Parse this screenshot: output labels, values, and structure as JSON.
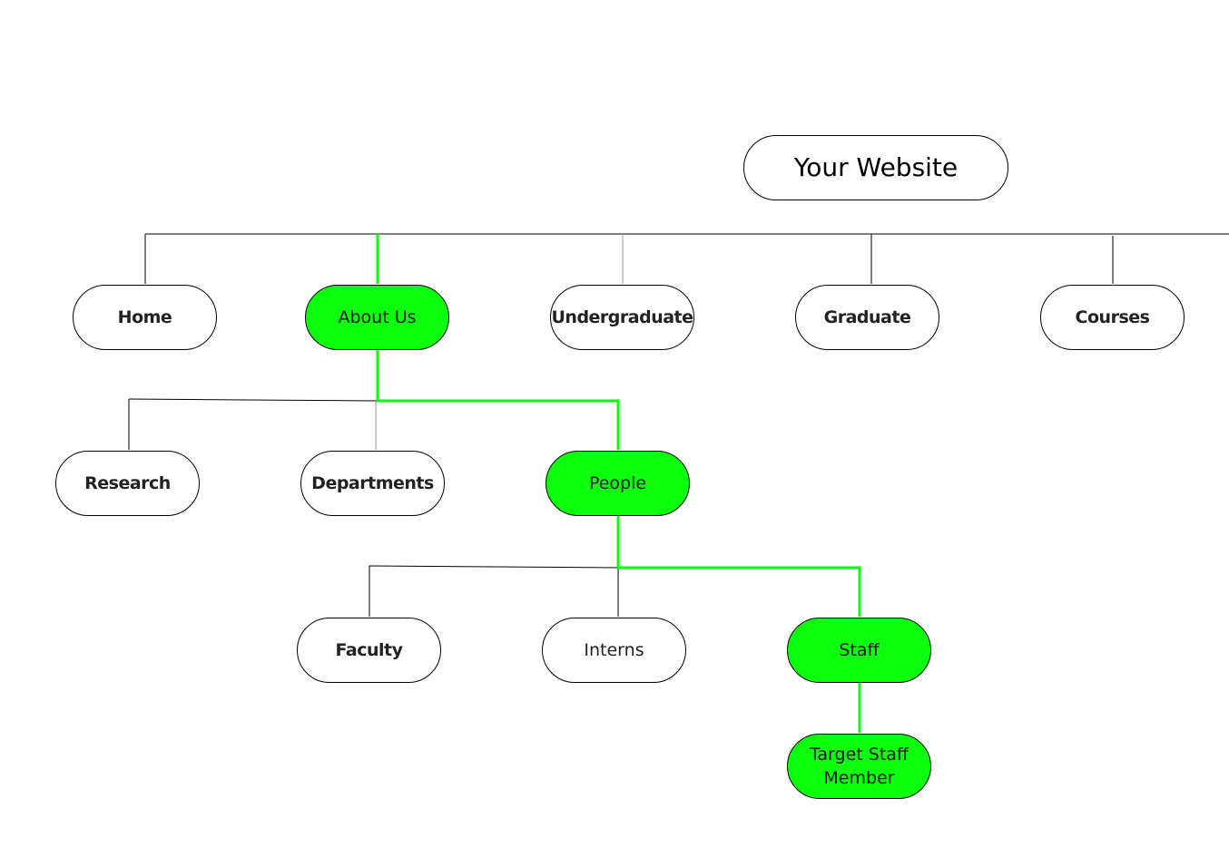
{
  "colors": {
    "highlight": "#0cff0c",
    "line": "#000000",
    "line_light": "#999999",
    "path": "#0cff0c"
  },
  "root": {
    "label": "Your Website"
  },
  "level1": [
    {
      "label": "Home"
    },
    {
      "label": "About Us"
    },
    {
      "label": "Undergraduate"
    },
    {
      "label": "Graduate"
    },
    {
      "label": "Courses"
    }
  ],
  "level2": [
    {
      "label": "Research"
    },
    {
      "label": "Departments"
    },
    {
      "label": "People"
    }
  ],
  "level3": [
    {
      "label": "Faculty"
    },
    {
      "label": "Interns"
    },
    {
      "label": "Staff"
    }
  ],
  "level4": [
    {
      "label": "Target Staff\nMember"
    }
  ]
}
